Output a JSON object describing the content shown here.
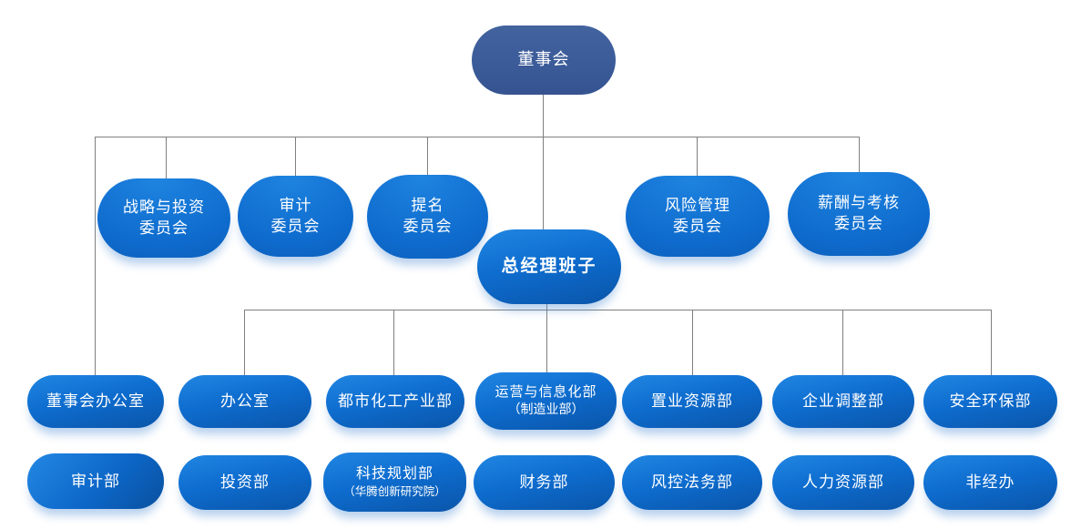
{
  "nodes": {
    "board": {
      "label": "董事会"
    },
    "strategy": {
      "label": "战略与投资",
      "label2": "委员会"
    },
    "audit_committee": {
      "label": "审计",
      "label2": "委员会"
    },
    "nomination": {
      "label": "提名",
      "label2": "委员会"
    },
    "risk_committee": {
      "label": "风险管理",
      "label2": "委员会"
    },
    "compensation": {
      "label": "薪酬与考核",
      "label2": "委员会"
    },
    "gm": {
      "label": "总经理班子"
    },
    "board_office": {
      "label": "董事会办公室"
    },
    "office": {
      "label": "办公室"
    },
    "urban_chem": {
      "label": "都市化工产业部"
    },
    "ops_info": {
      "label": "运营与信息化部",
      "label2": "（制造业部）"
    },
    "realty": {
      "label": "置业资源部"
    },
    "enterprise_adjust": {
      "label": "企业调整部"
    },
    "safety_env": {
      "label": "安全环保部"
    },
    "audit_dept": {
      "label": "审计部"
    },
    "investment": {
      "label": "投资部"
    },
    "tech_planning": {
      "label": "科技规划部",
      "label2": "（华腾创新研究院）"
    },
    "finance": {
      "label": "财务部"
    },
    "risk_legal": {
      "label": "风控法务部"
    },
    "hr": {
      "label": "人力资源部"
    },
    "non_operating": {
      "label": "非经办"
    }
  },
  "colors": {
    "board_fill": "#3A5A98",
    "node_fill_light": "#1F84E0",
    "node_fill_dark": "#0A55A9",
    "connector": "#7F7F7F",
    "text": "#FFFFFF"
  }
}
